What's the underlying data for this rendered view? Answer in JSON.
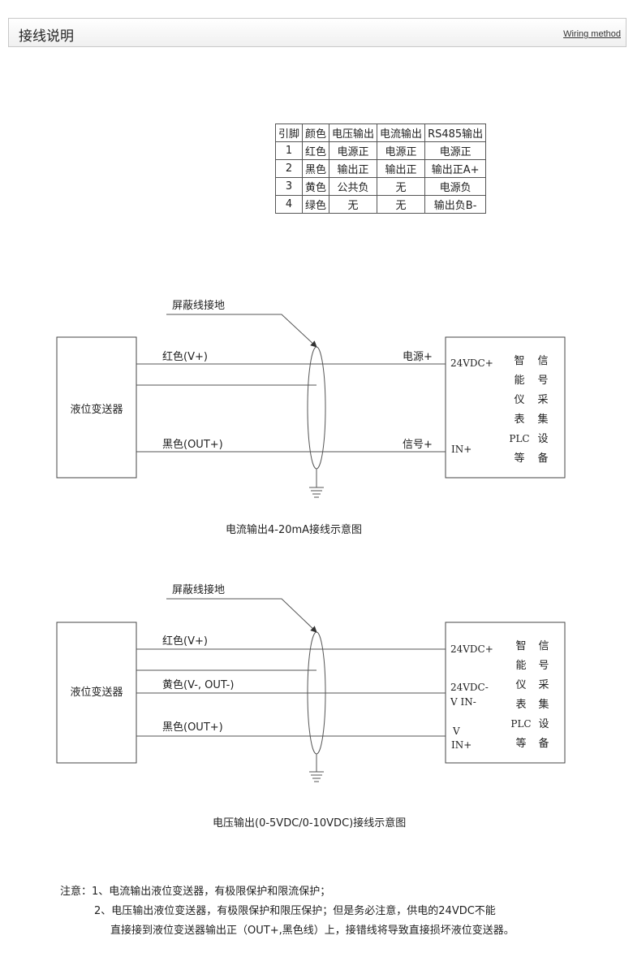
{
  "header": {
    "title": "接线说明",
    "link": "Wiring method"
  },
  "pin_table": {
    "headers": [
      "引脚",
      "颜色",
      "电压输出",
      "电流输出",
      "RS485输出"
    ],
    "rows": [
      [
        "1",
        "红色",
        "电源正",
        "电源正",
        "电源正"
      ],
      [
        "2",
        "黑色",
        "输出正",
        "输出正",
        "输出正A+"
      ],
      [
        "3",
        "黄色",
        "公共负",
        "无",
        "电源负"
      ],
      [
        "4",
        "绿色",
        "无",
        "无",
        "输出负B-"
      ]
    ]
  },
  "diagram_current": {
    "shield_label": "屏蔽线接地",
    "transmitter": "液位变送器",
    "wire_red": "红色(V+)",
    "wire_black": "黑色(OUT+)",
    "right_power": "电源+",
    "right_signal": "信号+",
    "term_24v": "24VDC+",
    "term_in": "IN+",
    "device_col1": [
      "智",
      "能",
      "仪",
      "表",
      "PLC",
      "等"
    ],
    "device_col2": [
      "信",
      "号",
      "采",
      "集",
      "设",
      "备"
    ],
    "caption": "电流输出4-20mA接线示意图"
  },
  "diagram_voltage": {
    "shield_label": "屏蔽线接地",
    "transmitter": "液位变送器",
    "wire_red": "红色(V+)",
    "wire_yellow": "黄色(V-, OUT-)",
    "wire_black": "黑色(OUT+)",
    "term_24v": "24VDC+",
    "term_24vn_1": "24VDC-",
    "term_24vn_2": "V IN-",
    "term_vin_1": "V",
    "term_vin_2": "IN+",
    "device_col1": [
      "智",
      "能",
      "仪",
      "表",
      "PLC",
      "等"
    ],
    "device_col2": [
      "信",
      "号",
      "采",
      "集",
      "设",
      "备"
    ],
    "caption": "电压输出(0-5VDC/0-10VDC)接线示意图"
  },
  "notes": {
    "line1": "注意：1、电流输出液位变送器，有极限保护和限流保护；",
    "line2": "2、电压输出液位变送器，有极限保护和限压保护；但是务必注意，供电的24VDC不能",
    "line3": "直接接到液位变送器输出正（OUT+,黑色线）上，接错线将导致直接损坏液位变送器。"
  }
}
